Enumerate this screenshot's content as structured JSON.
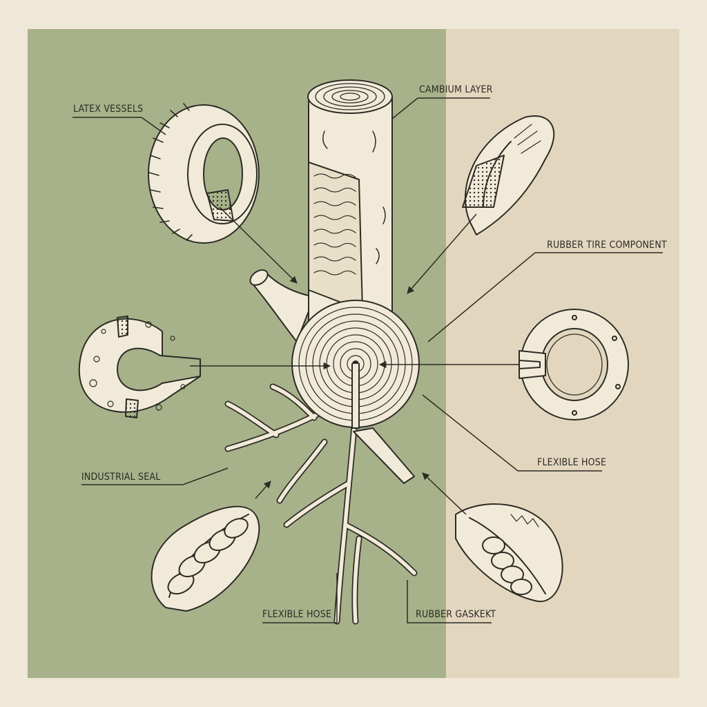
{
  "colors": {
    "paper": "#efe7d8",
    "left_panel": "#a7b28a",
    "right_panel": "#e3d6bf",
    "ink": "#2b2b24",
    "fill": "#f2ead8"
  },
  "labels": {
    "latex_vessels": "LATEX VESSELS",
    "cambium_layer": "CAMBIUM LAYER",
    "rubber_tire_component": "RUBBER TIRE COMPONENT",
    "flexible_hose_right": "FLEXIBLE HOSE",
    "industrial_seal": "INDUSTRIAL SEAL",
    "flexible_hose_bottom": "FLEXIBLE HOSE",
    "rubber_gasket": "RUBBER GASKEKT"
  }
}
